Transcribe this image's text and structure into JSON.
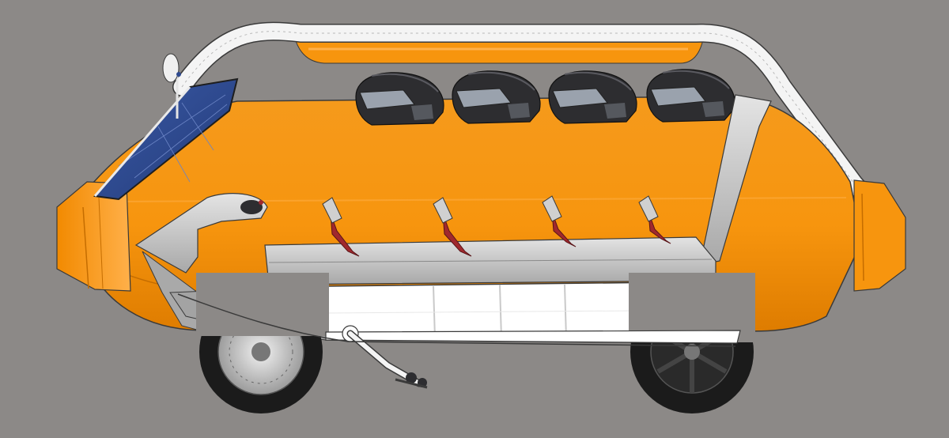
{
  "scene": {
    "background_color": "#8c8987",
    "colors": {
      "body_orange": "#f7950e",
      "body_orange_dark": "#e07f00",
      "frame_gray": "#c8c8c8",
      "frame_dark": "#9a9a9a",
      "battery_white": "#ffffff",
      "solar_blue": "#2f4a8f",
      "helmet_dark": "#2d2d30",
      "seatbelt_red": "#a0282d",
      "tire_black": "#1b1b1b",
      "outline": "#3a3a3a"
    },
    "parts": {
      "body": "vehicle-body",
      "roof_rail": "roof-rail",
      "roof_light": "roof-light-bar",
      "solar_panel": "solar-panel",
      "antenna": "antenna",
      "helmets": [
        "helmet-1",
        "helmet-2",
        "helmet-3",
        "helmet-4"
      ],
      "seatbelts": [
        "seatbelt-1",
        "seatbelt-2",
        "seatbelt-3",
        "seatbelt-4"
      ],
      "frame": "seat-frame",
      "battery": "battery-pack",
      "wheels": [
        "front-wheel",
        "rear-wheel"
      ],
      "kickstand": "kickstand",
      "steering": "steering-handle",
      "front_bumper": "front-bumper",
      "rear_bumper": "rear-bumper"
    }
  }
}
